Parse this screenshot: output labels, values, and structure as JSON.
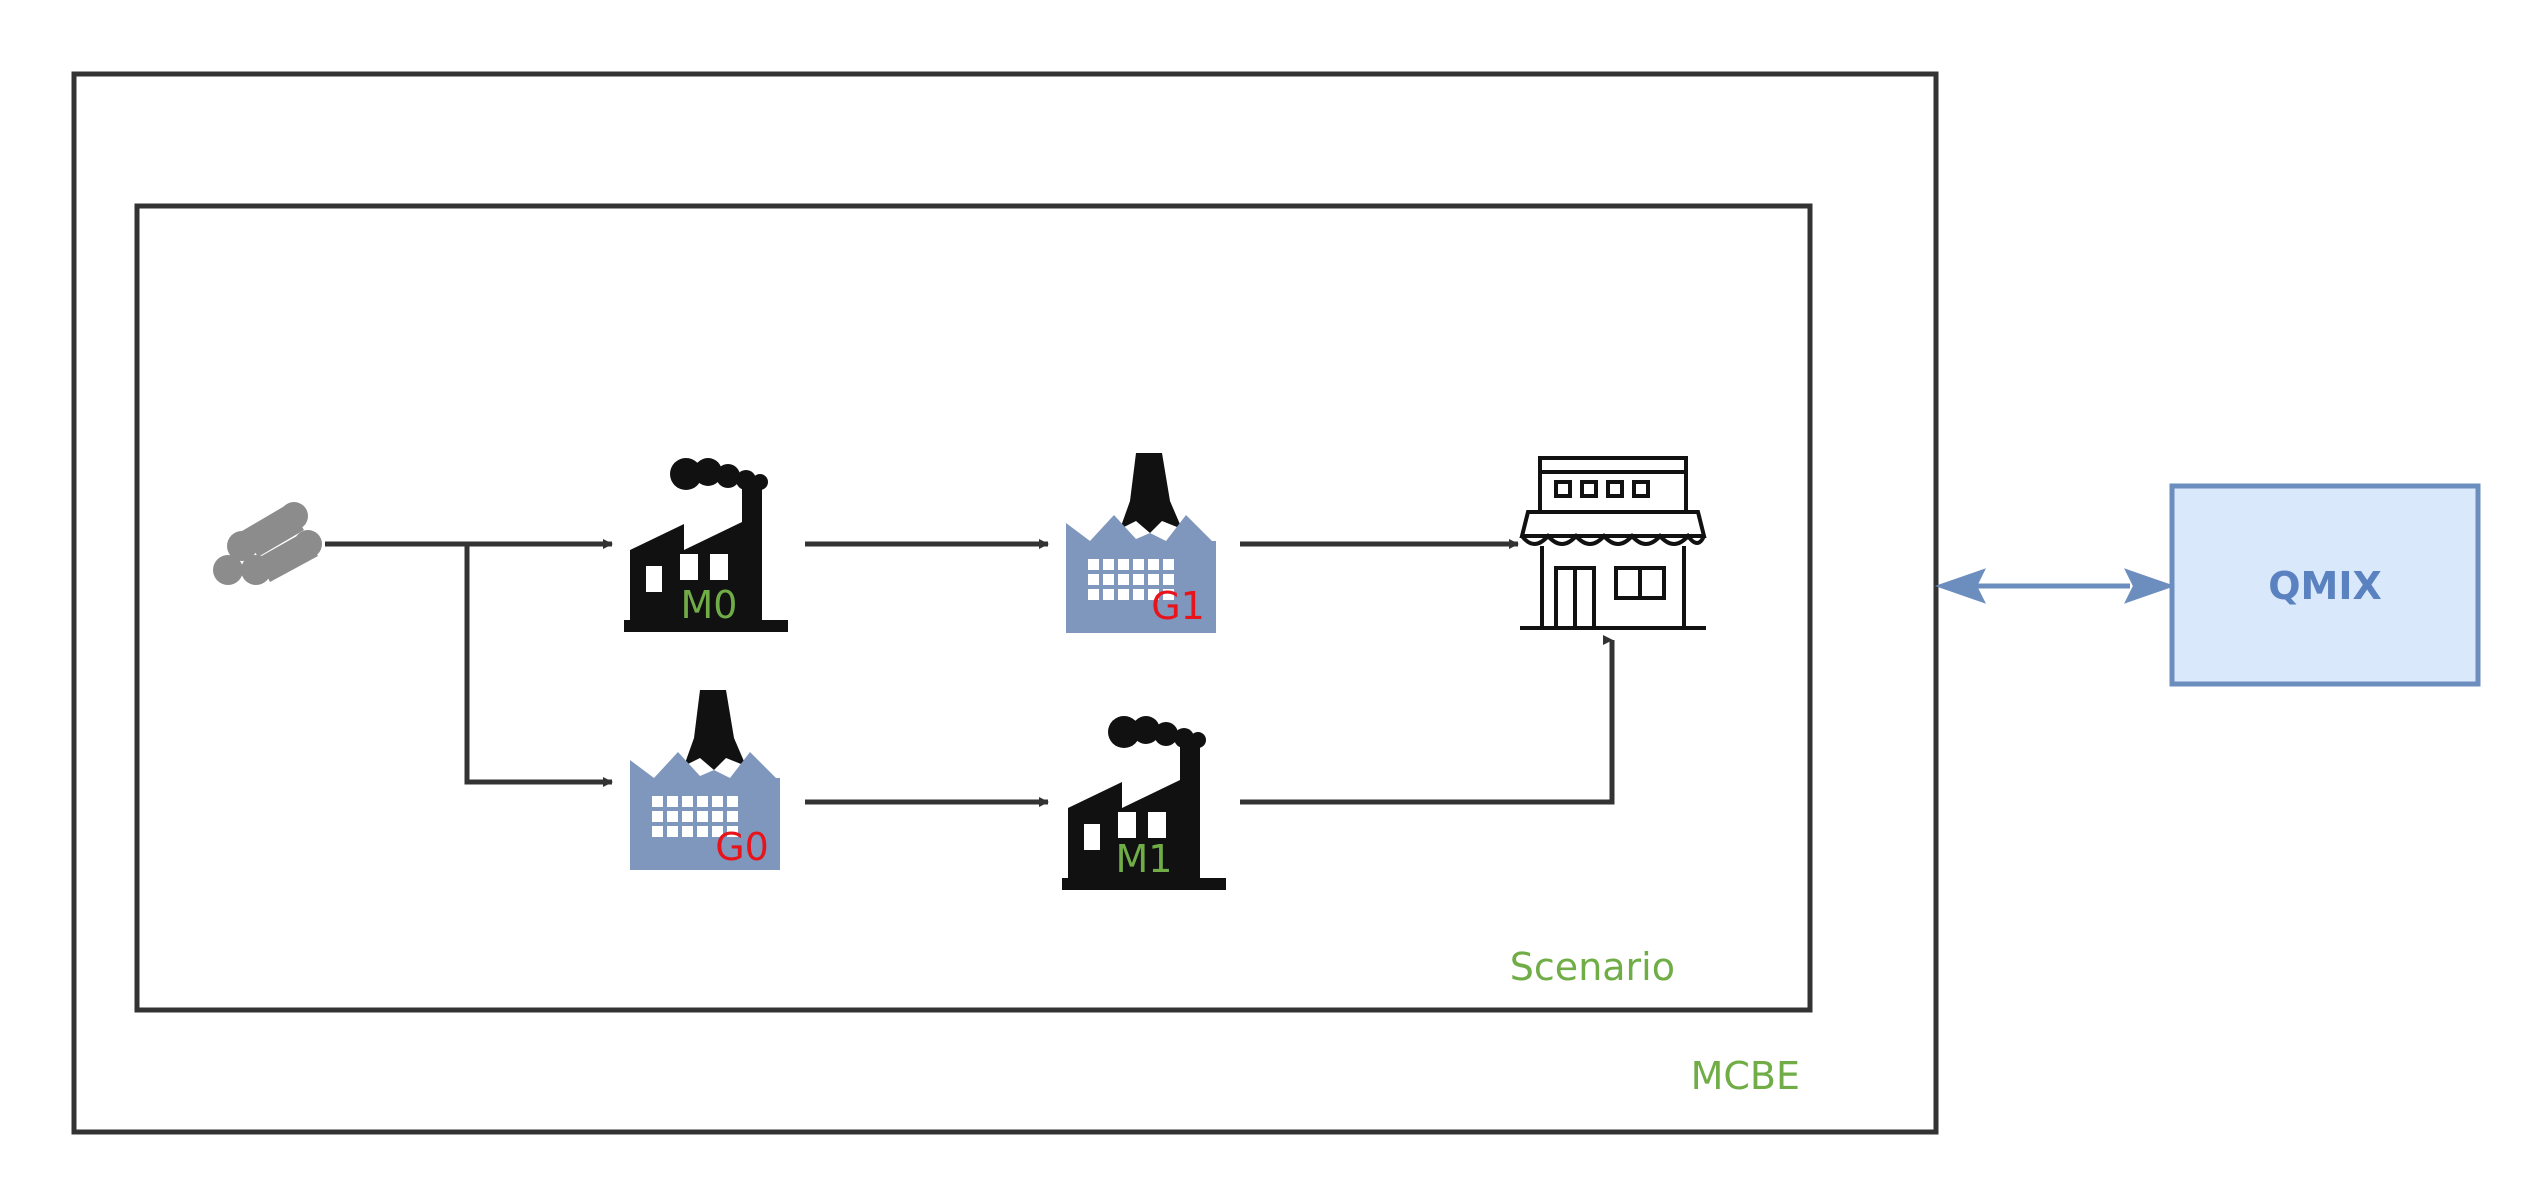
{
  "outer_box": {
    "label": "MCBE"
  },
  "inner_box": {
    "label": "Scenario"
  },
  "nodes": {
    "raw_material": {
      "icon": "logs-icon"
    },
    "m0": {
      "label": "M0",
      "icon": "factory-icon"
    },
    "g1": {
      "label": "G1",
      "icon": "green-factory-icon"
    },
    "g0": {
      "label": "G0",
      "icon": "green-factory-icon"
    },
    "m1": {
      "label": "M1",
      "icon": "factory-icon"
    },
    "store": {
      "icon": "store-icon"
    }
  },
  "qmix": {
    "label": "QMIX"
  },
  "colors": {
    "stroke": "#333333",
    "label_green": "#70ad47",
    "label_red": "#e8141c",
    "qmix_fill": "#dae8fc",
    "qmix_stroke": "#6c8ebf",
    "qmix_text": "#5b82c0",
    "green_factory": "#7f97bd"
  }
}
